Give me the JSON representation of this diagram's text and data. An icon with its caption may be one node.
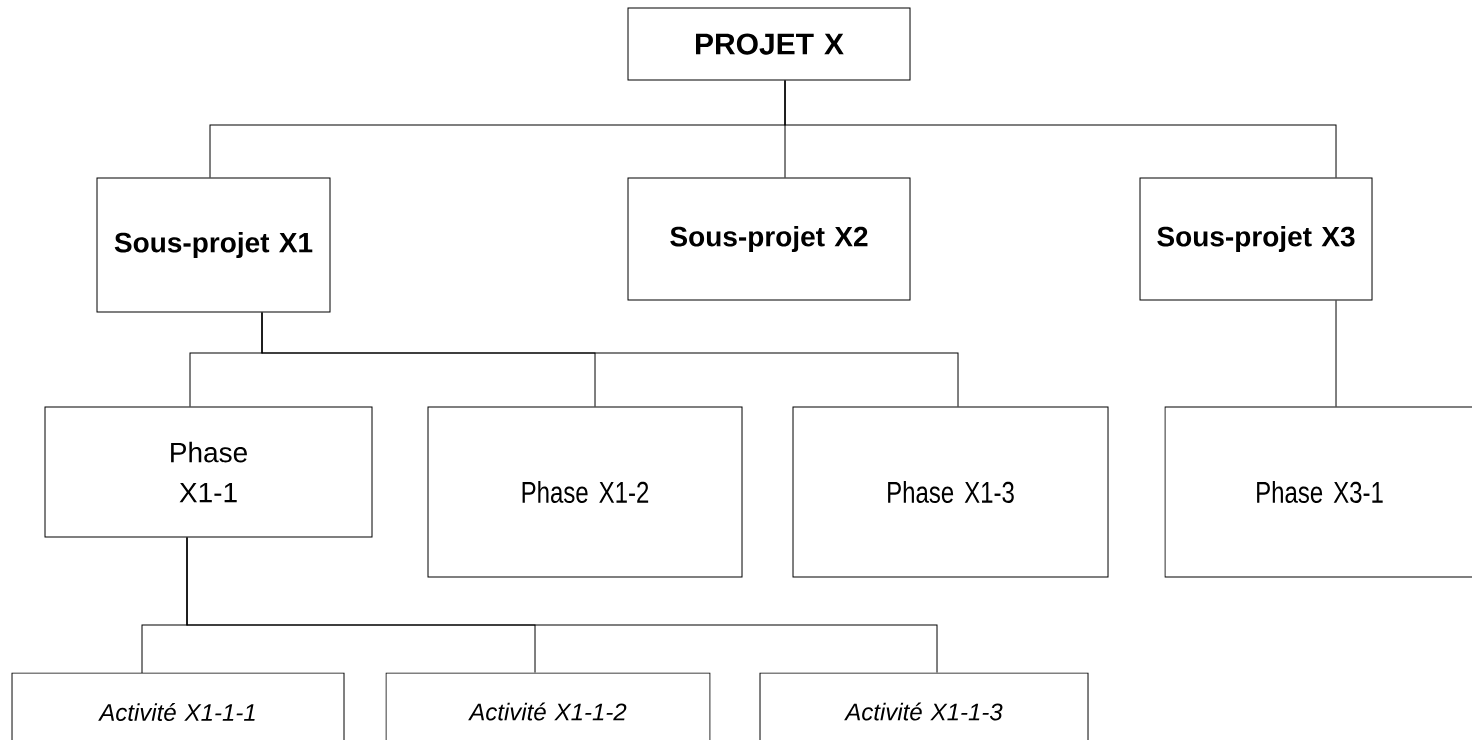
{
  "diagram": {
    "nodes": [
      {
        "text": [
          "PROJET X"
        ]
      },
      {
        "text": [
          "Sous-projet X1"
        ]
      },
      {
        "text": [
          "Sous-projet X2"
        ]
      },
      {
        "text": [
          "Sous-projet X3"
        ]
      },
      {
        "text": [
          "Phase X1-1"
        ]
      },
      {
        "text": [
          "Phase X1-2"
        ]
      },
      {
        "text": [
          "Phase X1-3"
        ]
      },
      {
        "text": [
          "Phase X3-1"
        ]
      },
      {
        "text": [
          "Activité X1-1-1"
        ]
      },
      {
        "text": [
          "Activité X1-1-2"
        ]
      },
      {
        "text": [
          "Activité X1-1-3"
        ]
      }
    ],
    "edges": [
      {
        "from": 0,
        "to": 1,
        "arrow": "none"
      },
      {
        "from": 0,
        "to": 2,
        "arrow": "none"
      },
      {
        "from": 0,
        "to": 3,
        "arrow": "none"
      },
      {
        "from": 1,
        "to": 4,
        "arrow": "none"
      },
      {
        "from": 1,
        "to": 5,
        "arrow": "none"
      },
      {
        "from": 1,
        "to": 6,
        "arrow": "none"
      },
      {
        "from": 3,
        "to": 7,
        "arrow": "none"
      },
      {
        "from": 4,
        "to": 8,
        "arrow": "none"
      },
      {
        "from": 4,
        "to": 9,
        "arrow": "none"
      },
      {
        "from": 4,
        "to": 10,
        "arrow": "none"
      }
    ]
  }
}
